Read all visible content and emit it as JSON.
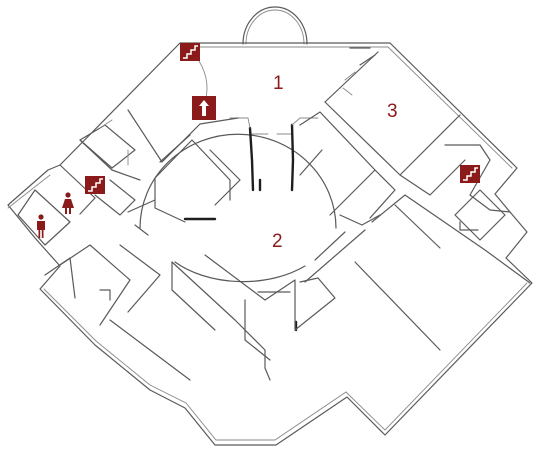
{
  "labels": {
    "room_1": "1",
    "room_2": "2",
    "room_3": "3"
  },
  "icons": {
    "stairs": "stairs-icon",
    "elevator": "elevator-icon",
    "restroom_women": "restroom-women-icon",
    "restroom_men": "restroom-men-icon"
  },
  "colors": {
    "accent": "#8b1a1a",
    "wall": "#5a5a5a",
    "background": "#ffffff"
  }
}
